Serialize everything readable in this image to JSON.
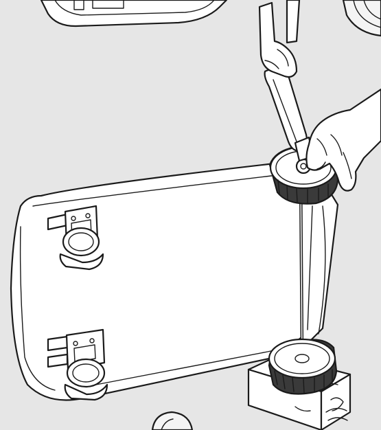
{
  "illustration": {
    "background": "#e6e6e6",
    "parts": {
      "cart_body": "cart-body-underside",
      "axle": "rear-axle-rod",
      "wheel_top": "rear-wheel-upper",
      "wheel_bottom": "rear-wheel-lower",
      "caster_top": "front-caster-upper",
      "caster_bottom": "front-caster-lower",
      "support_block": "wood-support-block",
      "hammer": "hammer-icon",
      "hand": "hand-icon"
    }
  }
}
